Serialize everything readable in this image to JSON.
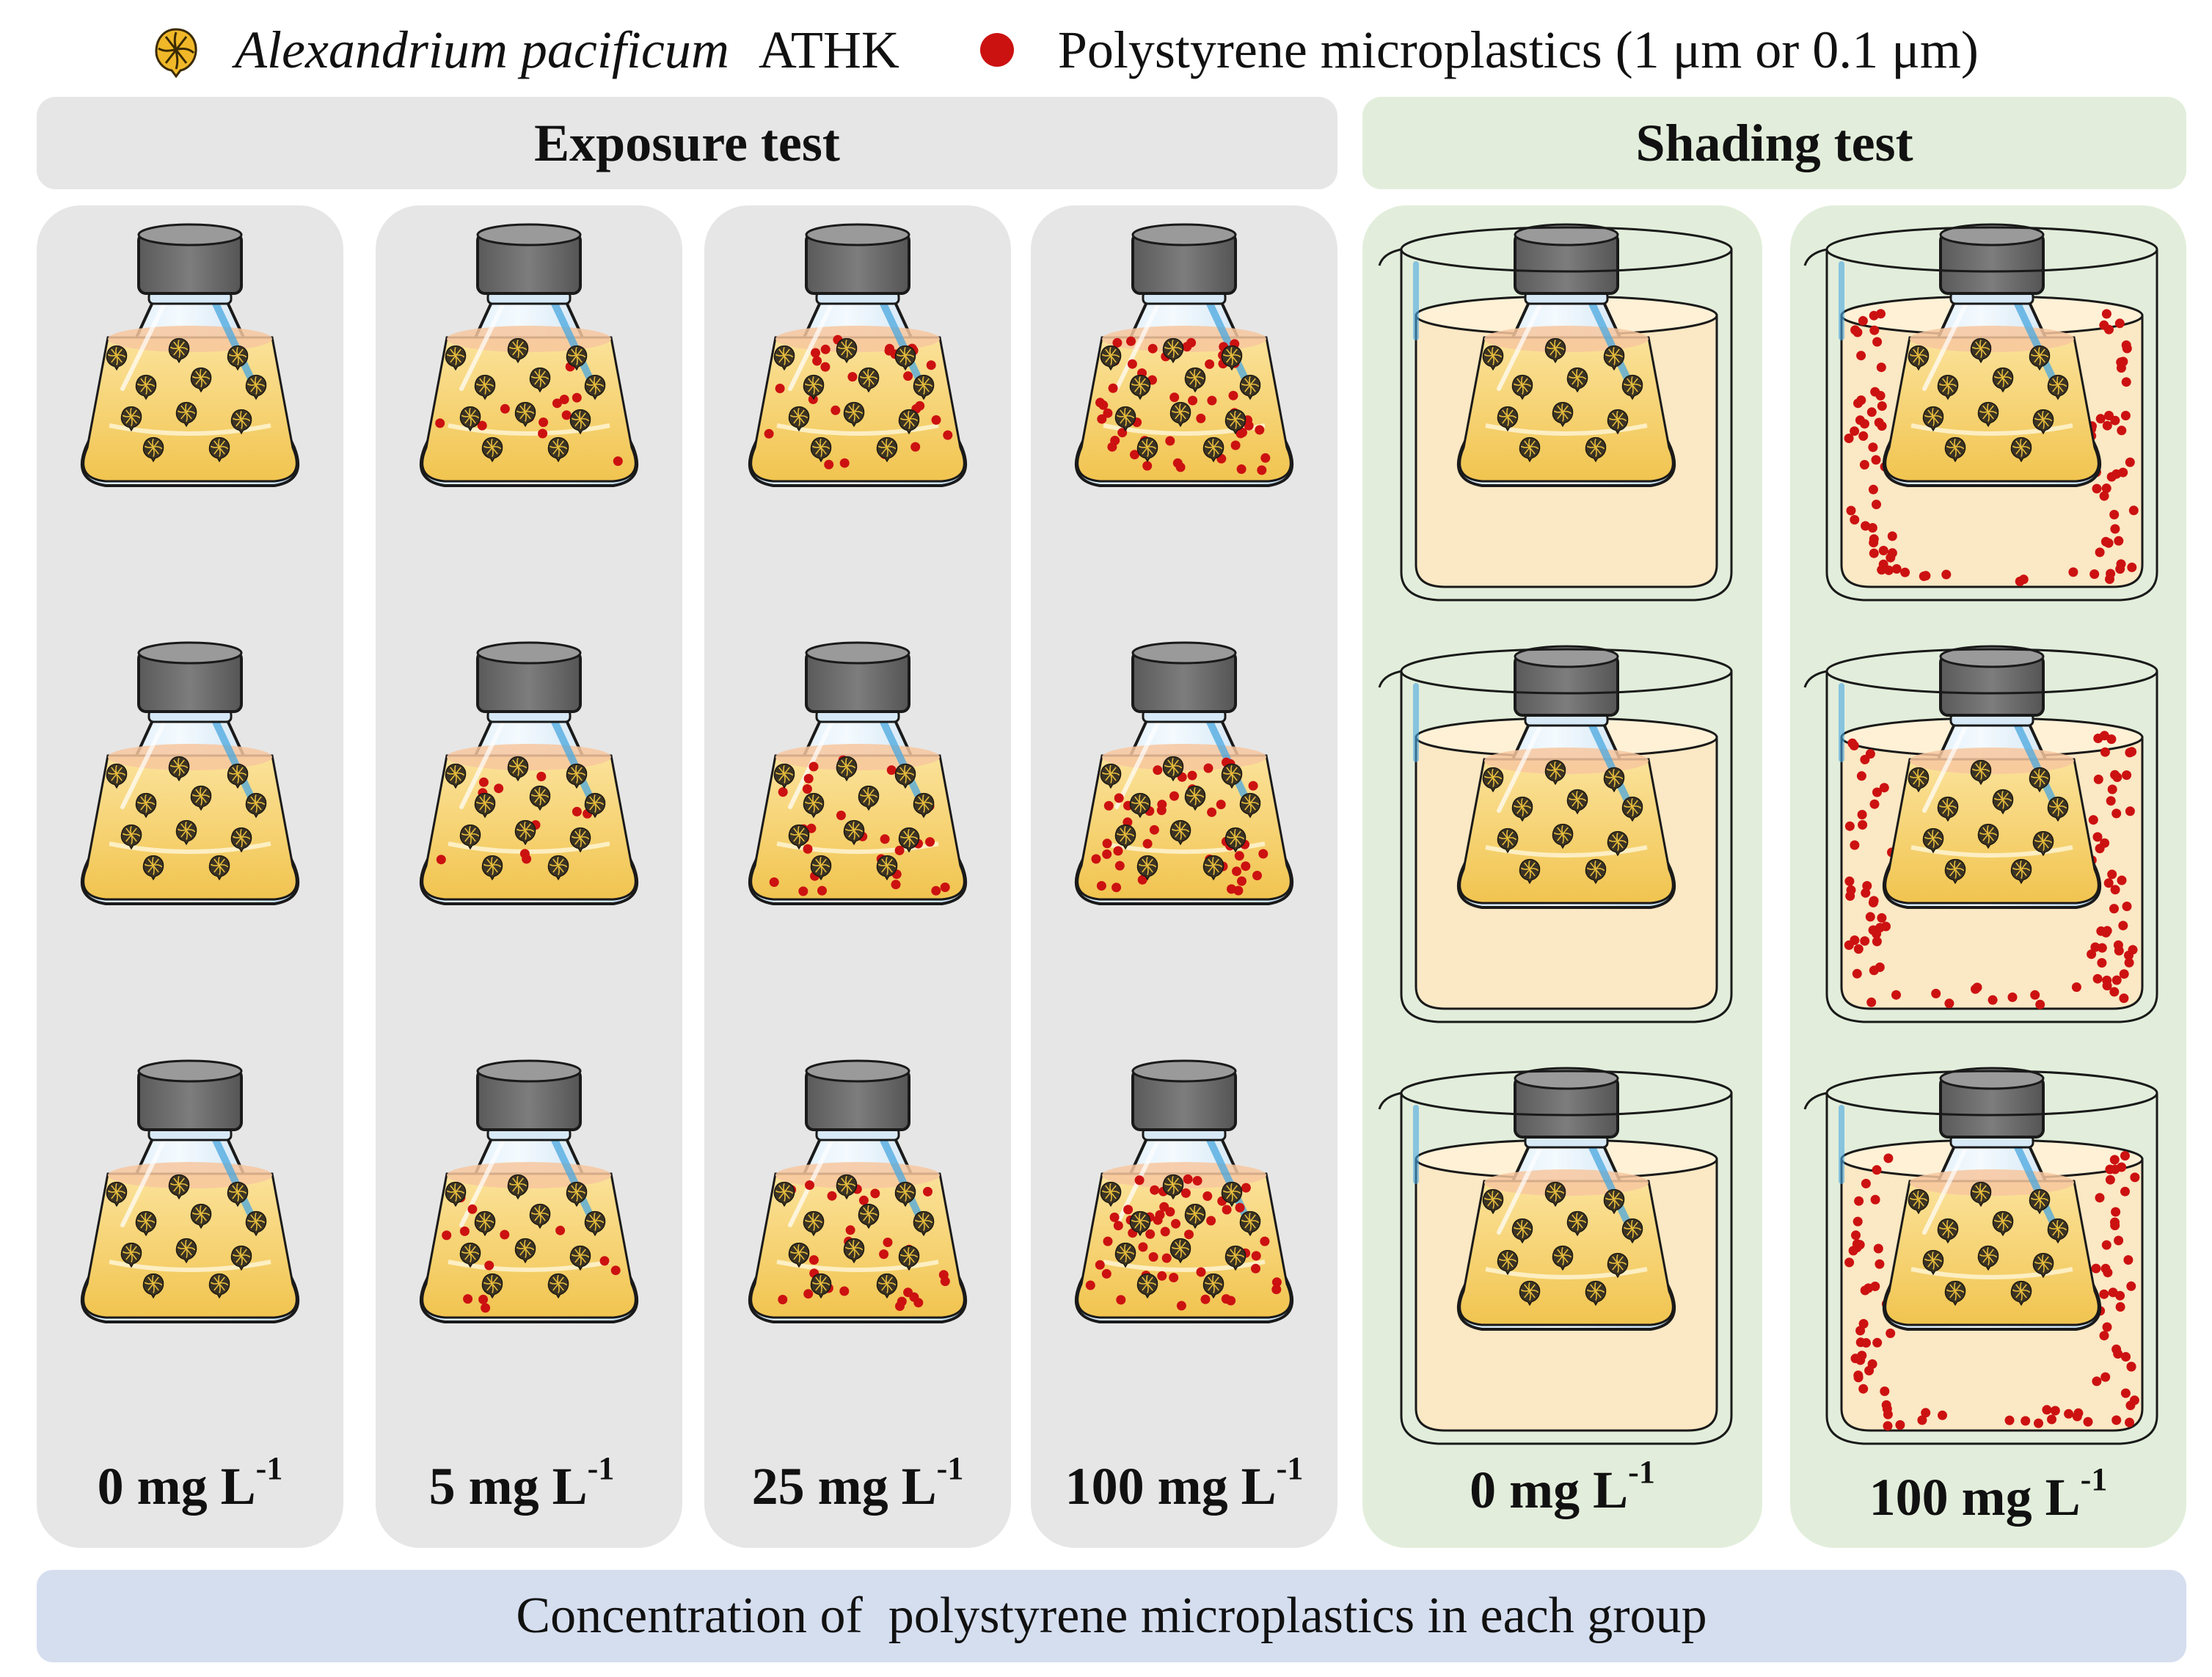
{
  "legend": {
    "cell_label_species": "Alexandrium pacificum",
    "cell_label_strain": "ATHK",
    "particle_label": "Polystyrene microplastics (1 μm or 0.1 μm)"
  },
  "groups": {
    "exposure": {
      "title": "Exposure test",
      "concentrations": [
        {
          "value": "0 mg L",
          "exp": "-1",
          "particle_level": 0
        },
        {
          "value": "5 mg L",
          "exp": "-1",
          "particle_level": 1
        },
        {
          "value": "25 mg L",
          "exp": "-1",
          "particle_level": 2
        },
        {
          "value": "100 mg L",
          "exp": "-1",
          "particle_level": 3
        }
      ]
    },
    "shading": {
      "title": "Shading test",
      "concentrations": [
        {
          "value": "0 mg L",
          "exp": "-1",
          "beaker_particles": false
        },
        {
          "value": "100 mg L",
          "exp": "-1",
          "beaker_particles": true
        }
      ]
    }
  },
  "footer": "Concentration of  polystyrene microplastics in each group",
  "colors": {
    "exposure_bg": "#e6e6e6",
    "shading_bg": "#e2eedb",
    "footer_bg": "#d5deef",
    "particle": "#cc1111",
    "medium": "#f6d470",
    "cap": "#6f6f6f",
    "beaker_fill": "#fbe8c4"
  }
}
